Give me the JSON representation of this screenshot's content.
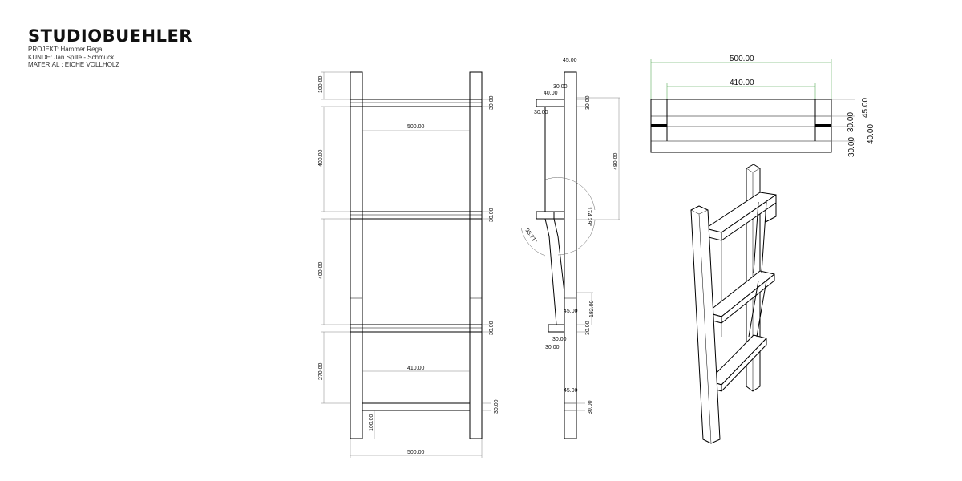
{
  "brand": "STUDIOBUEHLER",
  "project": "PROJEKT: Hammer Regal",
  "client": "KUNDE: Jan Spille - Schmuck",
  "material": "MATERIAL : EICHE VOLLHOLZ",
  "front_view": {
    "dim_top": "100.00",
    "dim_upper": "400.00",
    "dim_middle": "400.00",
    "dim_lower": "270.00",
    "dim_bottom_inner": "100.00",
    "shelf_width_top": "500.00",
    "shelf_width_lower": "410.00",
    "overall_width": "500.00",
    "rung_1": "30.00",
    "rung_2": "30.00",
    "rung_3": "30.00",
    "rung_4": "30.00"
  },
  "side_view": {
    "top_thickness": "45.00",
    "top_gap": "30.00",
    "top_depth": "40.00",
    "top_left": "30.00",
    "top_right": "30.00",
    "height": "480.00",
    "angle_outer": "95.71°",
    "angle_inner": "174.29°",
    "lower_thickness": "45.00",
    "lower_height": "182.00",
    "lower_right": "30.00",
    "lower_left_a": "30.00",
    "lower_left_b": "30.00",
    "bottom_thickness": "45.00",
    "bottom_right": "30.00"
  },
  "top_view": {
    "overall_width": "500.00",
    "inner_width": "410.00",
    "d1": "45.00",
    "d2": "30.00",
    "d3": "40.00",
    "d4": "30.00"
  }
}
